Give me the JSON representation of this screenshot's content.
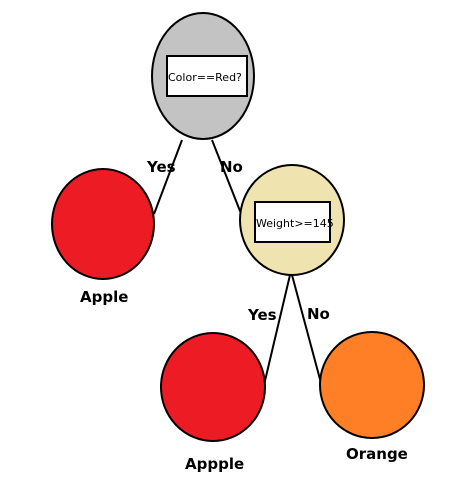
{
  "colors": {
    "root_node": "#c3c3c3",
    "weight_node": "#efe4b0",
    "apple": "#ed1c24",
    "orange": "#ff7f27",
    "line": "#000000",
    "box": "#ffffff"
  },
  "root": {
    "condition": "Color==Red?",
    "yes_label": "Yes",
    "no_label": "No"
  },
  "weight_node": {
    "condition": "Weight>=145",
    "yes_label": "Yes",
    "no_label": "No"
  },
  "leaves": {
    "left": "Apple",
    "middle": "Appple",
    "right": "Orange"
  }
}
